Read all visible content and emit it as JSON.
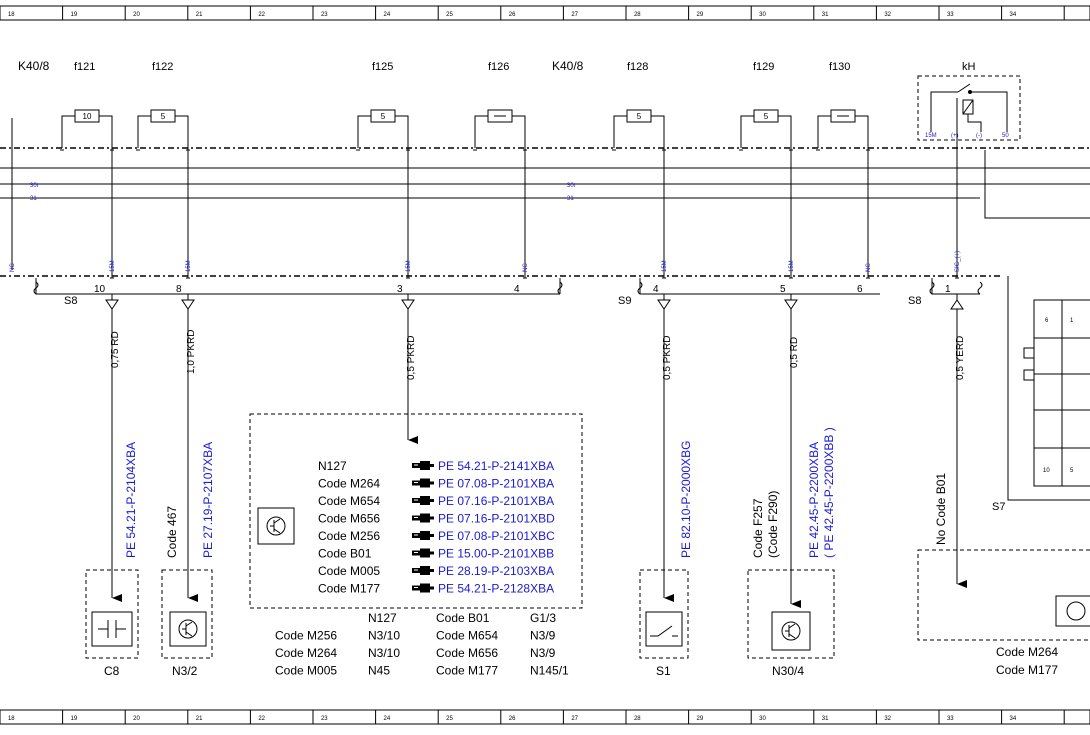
{
  "ruler": [
    "18",
    "19",
    "20",
    "21",
    "22",
    "23",
    "24",
    "25",
    "26",
    "27",
    "28",
    "29",
    "30",
    "31",
    "32",
    "33",
    "34"
  ],
  "connectors": {
    "k40_left": "K40/8",
    "k40_right": "K40/8",
    "kh": "kH",
    "s8_left": "S8",
    "s9": "S9",
    "s8_right": "S8",
    "s7": "S7"
  },
  "fuses": [
    {
      "name": "f121",
      "rating": "10"
    },
    {
      "name": "f122",
      "rating": "5"
    },
    {
      "name": "f125",
      "rating": "5"
    },
    {
      "name": "f126",
      "rating": ""
    },
    {
      "name": "f128",
      "rating": "5"
    },
    {
      "name": "f129",
      "rating": "5"
    },
    {
      "name": "f130",
      "rating": ""
    }
  ],
  "bus": {
    "l30t": "30t",
    "l31": "31"
  },
  "relay": {
    "p15m": "15M",
    "pplus": "(+)",
    "pminus": "(-)",
    "p50": "50"
  },
  "pins_top": [
    "NC",
    "15M",
    "15M",
    "15M",
    "NC",
    "15M",
    "15M",
    "NC",
    "SIG_(+)"
  ],
  "pins_bottom": [
    "10",
    "8",
    "3",
    "4",
    "4",
    "5",
    "6",
    "1"
  ],
  "wires": [
    "0,75 RD",
    "1,0 PKRD",
    "0,5 PKRD",
    "0,5 PKRD",
    "0,5 RD",
    "0,5 YERD"
  ],
  "refs": {
    "c8": "PE 54.21-P-2104XBA",
    "n32": "PE 27.19-P-2107XBA",
    "s1": "PE 82.10-P-2000XBG",
    "n304_a": "PE 42.45-P-2200XBA",
    "n304_b": "( PE 42.45-P-2200XBB  )"
  },
  "codes": {
    "code467": "Code 467",
    "f257": "Code F257",
    "f290": "(Code F290)",
    "no_b01": "No  Code B01"
  },
  "ref_box": [
    {
      "code": "N127",
      "ref": "PE 54.21-P-2141XBA"
    },
    {
      "code": "Code M264",
      "ref": "PE 07.08-P-2101XBA"
    },
    {
      "code": "Code M654",
      "ref": "PE 07.16-P-2101XBA"
    },
    {
      "code": "Code M656",
      "ref": "PE 07.16-P-2101XBD"
    },
    {
      "code": "Code M256",
      "ref": "PE 07.08-P-2101XBC"
    },
    {
      "code": "Code B01",
      "ref": "PE 15.00-P-2101XBB"
    },
    {
      "code": "Code M005",
      "ref": "PE 28.19-P-2103XBA"
    },
    {
      "code": "Code M177",
      "ref": "PE 54.21-P-2128XBA"
    }
  ],
  "components": {
    "c8": "C8",
    "n32": "N3/2",
    "s1": "S1",
    "n304": "N30/4"
  },
  "code_table": [
    [
      "",
      "N127",
      "Code B01",
      "G1/3"
    ],
    [
      "Code M256",
      "N3/10",
      "Code M654",
      "N3/9"
    ],
    [
      "Code M264",
      "N3/10",
      "Code M656",
      "N3/9"
    ],
    [
      "Code M005",
      "N45",
      "Code M177",
      "N145/1"
    ]
  ],
  "right_codes": [
    "Code M264",
    "Code M177"
  ],
  "s7_grid": [
    "6",
    "1",
    "10",
    "5"
  ]
}
